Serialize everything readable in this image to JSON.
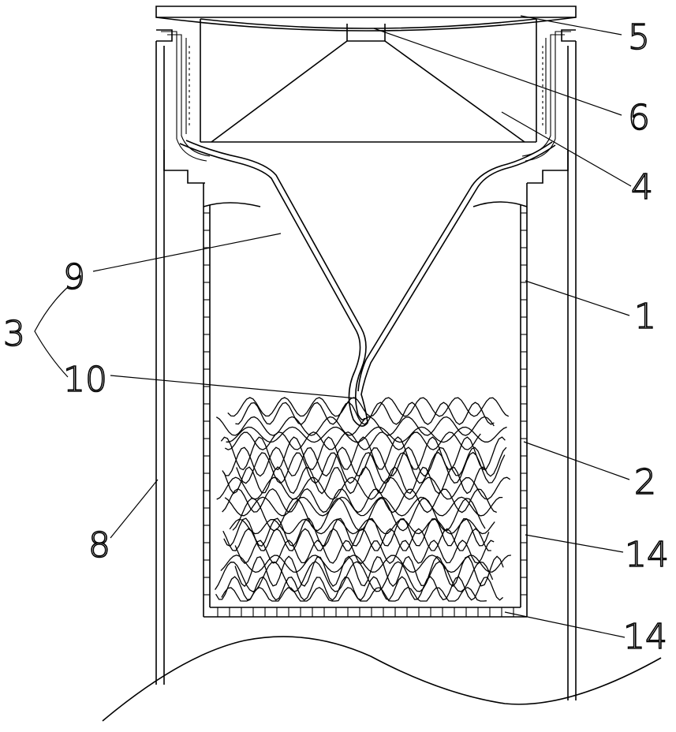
{
  "diagram": {
    "callouts": [
      {
        "id": "callout-1",
        "text": "1"
      },
      {
        "id": "callout-2",
        "text": "2"
      },
      {
        "id": "callout-3",
        "text": "3"
      },
      {
        "id": "callout-4",
        "text": "4"
      },
      {
        "id": "callout-5",
        "text": "5"
      },
      {
        "id": "callout-6",
        "text": "6"
      },
      {
        "id": "callout-8",
        "text": "8"
      },
      {
        "id": "callout-9",
        "text": "9"
      },
      {
        "id": "callout-10",
        "text": "10"
      },
      {
        "id": "callout-14a",
        "text": "14"
      },
      {
        "id": "callout-14b",
        "text": "14"
      }
    ],
    "colors": {
      "line": "#000000",
      "background": "#ffffff"
    }
  }
}
